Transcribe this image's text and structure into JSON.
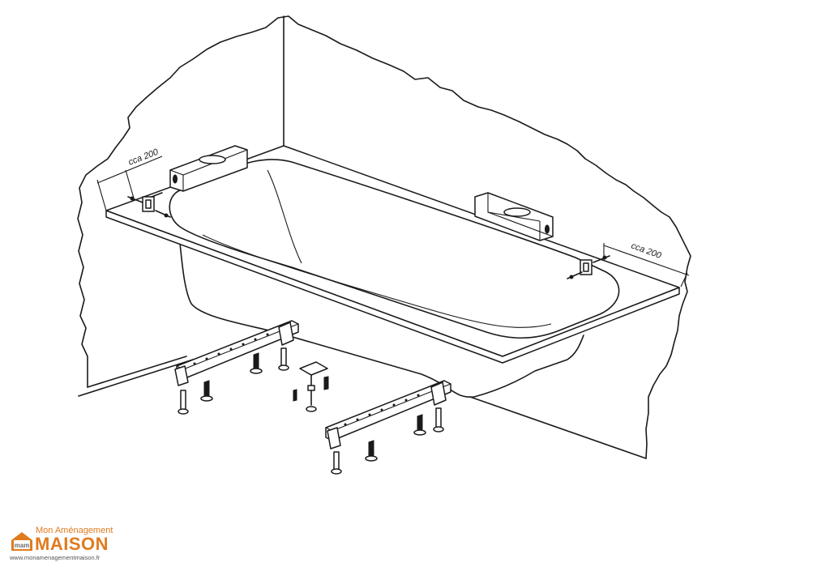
{
  "diagram": {
    "dimension_left": "cca 200",
    "dimension_right": "cca 200"
  },
  "logo": {
    "line1": "Mon Aménagement",
    "line2": "MAISON",
    "mark": "mam",
    "url": "www.monamenagementmaison.fr",
    "brand_color": "#e07b1f",
    "mark_color": "#6b6b6b"
  }
}
